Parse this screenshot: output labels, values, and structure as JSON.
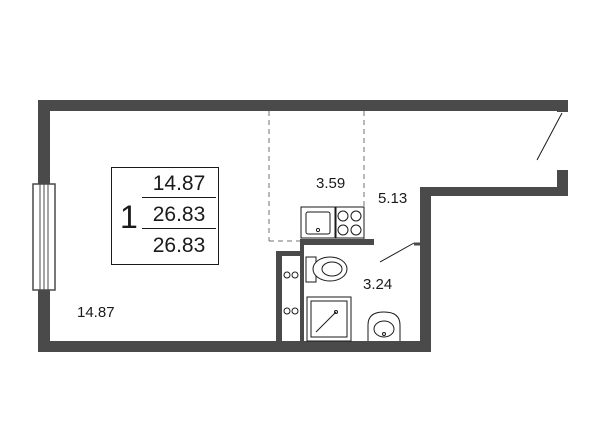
{
  "unit_card": {
    "rooms": "1",
    "living_area": "14.87",
    "total_area": "26.83",
    "total_area_with_balcony": "26.83"
  },
  "rooms": {
    "living_room_area": "14.87",
    "kitchen_area": "3.59",
    "hallway_area": "5.13",
    "bathroom_area": "3.24"
  },
  "colors": {
    "wall": "#4a4a4a",
    "line": "#1a1a1a",
    "dashed": "#707070",
    "background": "#ffffff"
  }
}
